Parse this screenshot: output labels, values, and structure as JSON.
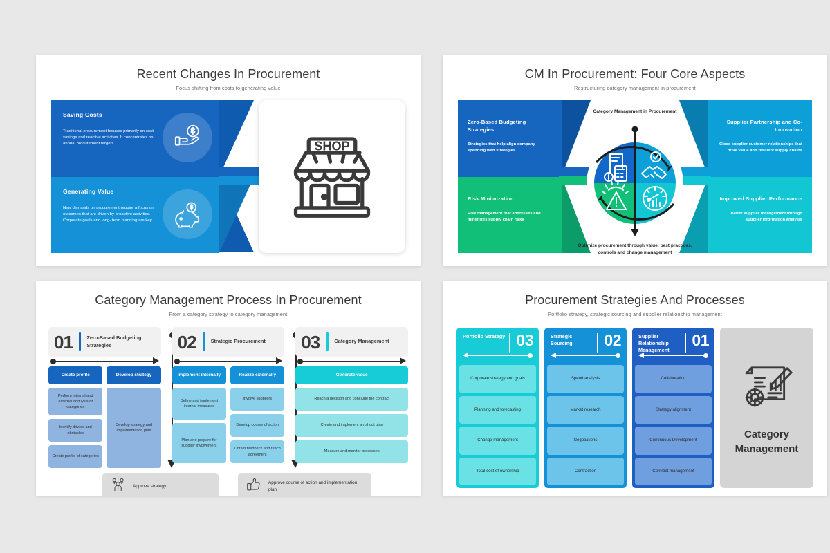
{
  "slide1": {
    "title": "Recent Changes In Procurement",
    "subtitle": "Focus shifting from costs to generating  value",
    "blocks": [
      {
        "heading": "Saving Costs",
        "body": "Traditional  procurement  focuses primarily  on cost savings and reactive activities. It concentrates on annual procurement  targets",
        "icon": "hand-with-dollar-coin-icon",
        "color": "#1666c0"
      },
      {
        "heading": "Generating Value",
        "body": "New demands on procurement require a focus on outcomes that are driven by proactive activities. Corporate goals and long- term planning are key.",
        "icon": "piggy-bank-icon",
        "color": "#1591d7"
      }
    ],
    "feature_icon": "shop-storefront-icon",
    "feature_icon_text": "SHOP"
  },
  "slide2": {
    "title": "CM In Procurement: Four Core Aspects",
    "subtitle": "Restructuring  category  management  in procurement",
    "caption_top": "Category Management in Procurement",
    "caption_bottom": "Optimize procurement through value, best practices, controls and change management",
    "left_cells": [
      {
        "heading": "Zero-Based Budgeting Strategies",
        "body": "Strategies that help align company spending with strategies",
        "color": "#1666c0"
      },
      {
        "heading": "Risk Minimization",
        "body": "Risk management  that addresses and minimizes  supply chain risks",
        "color": "#12bf79"
      }
    ],
    "right_cells": [
      {
        "heading": "Supplier Partnership and Co-Innovation",
        "body": "Close supplier-customer relationships  that drive value and resilient  supply chains",
        "color": "#0c9fd8"
      },
      {
        "heading": "Improved Supplier Performance",
        "body": "Better supplier management through supplier information analysis",
        "color": "#12c6d4"
      }
    ],
    "wheel_icons": [
      {
        "name": "invoice-calculator-icon",
        "quadrant": "top-left",
        "color": "#1268c9"
      },
      {
        "name": "handshake-check-icon",
        "quadrant": "top-right",
        "color": "#0c9fd8"
      },
      {
        "name": "risk-warning-gear-icon",
        "quadrant": "bottom-left",
        "color": "#12bf79"
      },
      {
        "name": "performance-gauge-chart-icon",
        "quadrant": "bottom-right",
        "color": "#12c6d4"
      }
    ]
  },
  "slide3": {
    "title": "Category Management Process In Procurement",
    "subtitle": "From a category  strategy  to category  management",
    "groups": [
      {
        "number": "01",
        "label": "Zero-Based Budgeting Strategies",
        "accent": "#1666c0",
        "columns": [
          {
            "caption": "Create profile",
            "caption_color": "#1666c0",
            "item_color": "#8fb4e0",
            "items": [
              "Perform internal and external and lysis of categories",
              "Identify drivers and obstacles",
              "Create profile of categories"
            ]
          },
          {
            "caption": "Develop  strategy",
            "caption_color": "#1666c0",
            "item_color": "#8fb4e0",
            "items": [
              "Develop strategy and implementation plan"
            ]
          }
        ]
      },
      {
        "number": "02",
        "label": "Strategic Procurement",
        "accent": "#1591d7",
        "columns": [
          {
            "caption": "Implement internally",
            "caption_color": "#1591d7",
            "item_color": "#8bd0ea",
            "items": [
              "Define and implement internal measures",
              "Plan and prepare for supplier involvement"
            ]
          },
          {
            "caption": "Realize  externally",
            "caption_color": "#1591d7",
            "item_color": "#8bd0ea",
            "items": [
              "Involve suppliers",
              "Develop course of action",
              "Obtain feedback and reach agreement"
            ]
          }
        ]
      },
      {
        "number": "03",
        "label": "Category Management",
        "accent": "#17ccd6",
        "columns": [
          {
            "caption": "Generate  value",
            "caption_color": "#17ccd6",
            "item_color": "#92e3e8",
            "items": [
              "Reach a decision and conclude the contract",
              "Create and implement a roll out plan",
              "Measure and monitor processes"
            ]
          }
        ]
      }
    ],
    "footers": [
      {
        "label": "Approve strategy",
        "icon": "team-approval-icon"
      },
      {
        "label": "Approve course of action  and implementation  plan",
        "icon": "thumbs-up-icon"
      }
    ]
  },
  "slide4": {
    "title": "Procurement Strategies And Processes",
    "subtitle": "Portfolio strategy,  strategic sourcing and supplier relationship  management",
    "columns": [
      {
        "label": "Portfolio Strategy",
        "number": "03",
        "header_color": "#17ccd6",
        "item_color": "#6ae2e5",
        "items": [
          "Corporate strategy and goals",
          "Planning  and forecasting",
          "Change management",
          "Total cost of ownership"
        ]
      },
      {
        "label": "Strategic Sourcing",
        "number": "02",
        "header_color": "#1591d7",
        "item_color": "#6cc4ea",
        "items": [
          "Spend analysis",
          "Market research",
          "Negotiations",
          "Contraction"
        ]
      },
      {
        "label": "Supplier Relationship Management",
        "number": "01",
        "header_color": "#1f5fc4",
        "item_color": "#6f9fdf",
        "items": [
          "Collaboration",
          "Strategy alignment",
          "Continuous  Development",
          "Contract management"
        ]
      }
    ],
    "side_panel": {
      "label": "Category Management",
      "icon": "report-gear-chart-icon",
      "background": "#d4d4d4"
    }
  }
}
